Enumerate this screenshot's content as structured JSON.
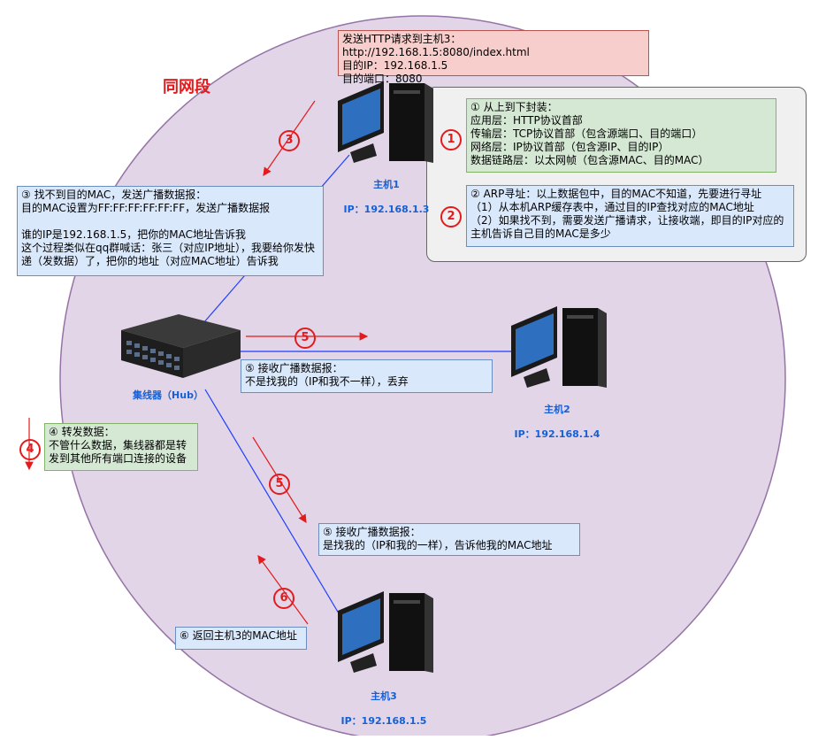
{
  "region_label": "同网段",
  "request_box": "发送HTTP请求到主机3：http://192.168.1.5:8080/index.html\n目的IP：192.168.1.5\n目的端口：8080",
  "hosts": {
    "host1": {
      "name": "主机1",
      "ip": "IP：192.168.1.3"
    },
    "host2": {
      "name": "主机2",
      "ip": "IP：192.168.1.4"
    },
    "host3": {
      "name": "主机3",
      "ip": "IP：192.168.1.5"
    },
    "hub": {
      "name": "集线器（Hub）"
    }
  },
  "encap_box": "① 从上到下封装：\n应用层：HTTP协议首部\n传输层：TCP协议首部（包含源端口、目的端口）\n网络层：IP协议首部（包含源IP、目的IP）\n数据链路层：以太网帧（包含源MAC、目的MAC）",
  "arp_box": "② ARP寻址：以上数据包中，目的MAC不知道，先要进行寻址\n（1）从本机ARP缓存表中，通过目的IP查找对应的MAC地址\n（2）如果找不到，需要发送广播请求，让接收端，即目的IP对应的主机告诉自己目的MAC是多少",
  "broadcast_box": "③ 找不到目的MAC，发送广播数据报：\n目的MAC设置为FF:FF:FF:FF:FF:FF，发送广播数据报\n\n谁的IP是192.168.1.5，把你的MAC地址告诉我\n这个过程类似在qq群喊话：张三（对应IP地址），我要给你发快递（发数据）了，把你的地址（对应MAC地址）告诉我",
  "forward_box": "④ 转发数据：\n不管什么数据，集线器都是转发到其他所有端口连接的设备",
  "recv_host2_box": "⑤ 接收广播数据报：\n不是找我的（IP和我不一样），丢弃",
  "recv_host3_box": "⑤ 接收广播数据报：\n是找我的（IP和我的一样），告诉他我的MAC地址",
  "return_box": "⑥ 返回主机3的MAC地址",
  "step_numbers": {
    "s1": "1",
    "s2": "2",
    "s3": "3",
    "s4": "4",
    "s5a": "5",
    "s5b": "5",
    "s6": "6"
  },
  "colors": {
    "region_fill": "#e1d5e7",
    "region_stroke": "#9673a6",
    "arrow": "#e41a1c",
    "link": "#1f3fff",
    "host_label": "#1560d6"
  }
}
